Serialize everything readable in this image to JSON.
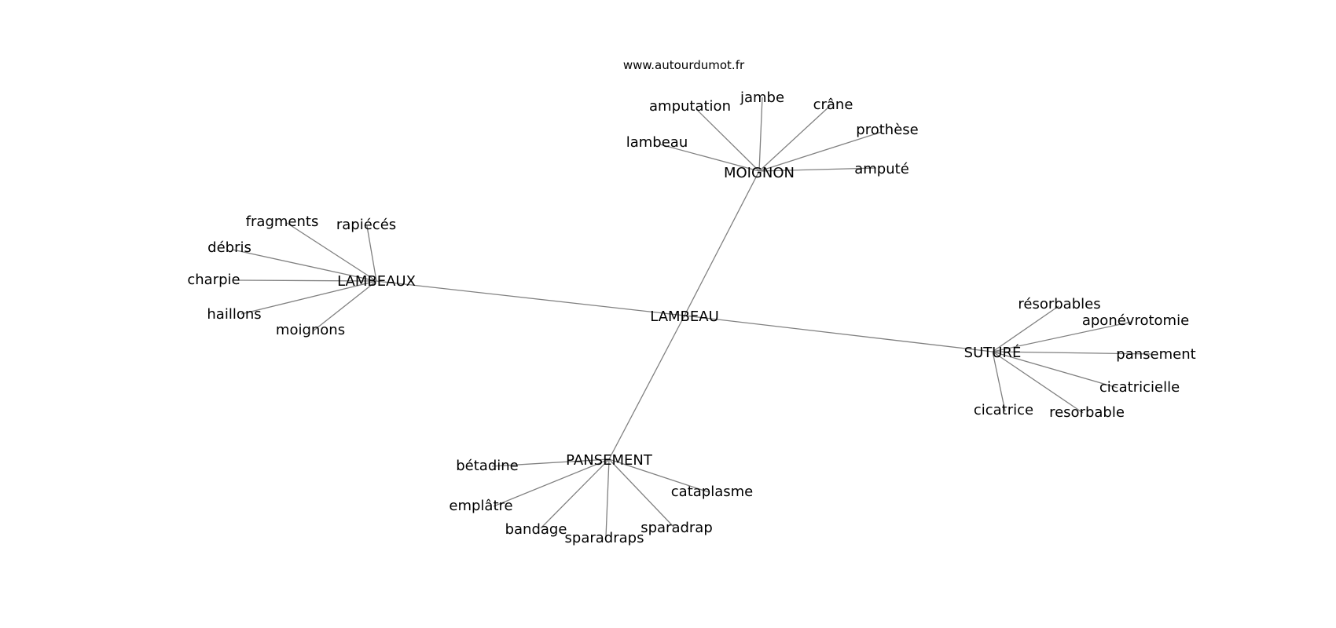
{
  "credit": "www.autourdumot.fr",
  "center": {
    "label": "LAMBEAU"
  },
  "hubs": [
    {
      "id": "moignon",
      "label": "MOIGNON",
      "words": [
        "amputation",
        "jambe",
        "crâne",
        "prothèse",
        "lambeau",
        "amputé"
      ]
    },
    {
      "id": "lambeaux",
      "label": "LAMBEAUX",
      "words": [
        "fragments",
        "rapiécés",
        "débris",
        "charpie",
        "haillons",
        "moignons"
      ]
    },
    {
      "id": "sature",
      "label": "SUTURÉ",
      "words": [
        "résorbables",
        "aponévrotomie",
        "pansement",
        "cicatricielle",
        "cicatrice",
        "resorbable"
      ]
    },
    {
      "id": "pansement",
      "label": "PANSEMENT",
      "words": [
        "bétadine",
        "cataplasme",
        "emplâtre",
        "bandage",
        "sparadraps",
        "sparadrap"
      ]
    }
  ],
  "colors": {
    "edge": "#808080",
    "text": "#000000",
    "background": "#ffffff"
  }
}
